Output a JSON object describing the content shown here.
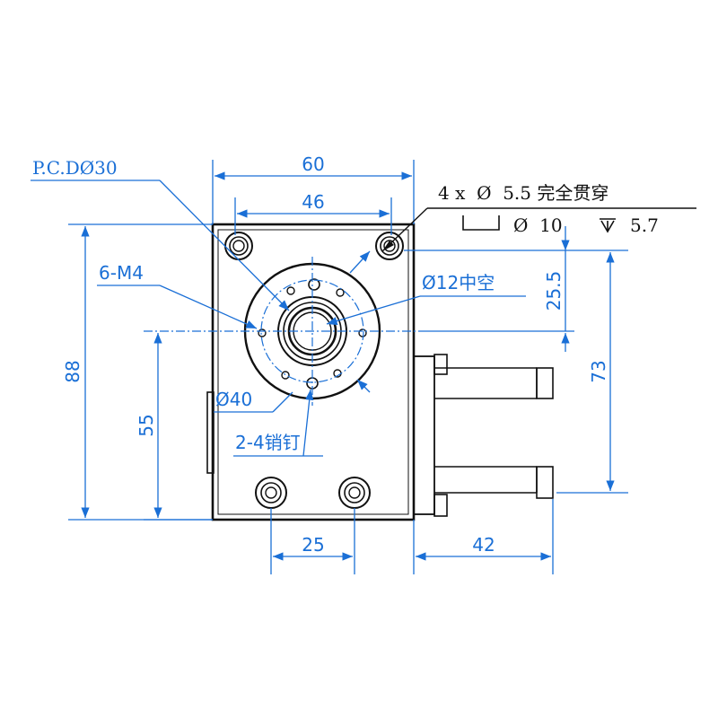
{
  "dimensions": {
    "width_overall": "60",
    "hole_spacing_top": "46",
    "height_overall": "88",
    "center_height": "55",
    "bottom_hole_spacing": "25",
    "motor_length": "42",
    "right_height": "73",
    "offset_top": "25.5"
  },
  "labels": {
    "pcd": "P.C.DØ30",
    "tapped_holes": "6-M4",
    "bore": "Ø12中空",
    "flange_dia": "Ø40",
    "pins": "2-4销钉"
  },
  "callout": {
    "line1": "4 x  Ø  5.5 完全贯穿",
    "line2_dia": "Ø  10",
    "line2_depth": "5.7"
  },
  "colors": {
    "dimension": "#1a6fd6",
    "body": "#111111"
  }
}
